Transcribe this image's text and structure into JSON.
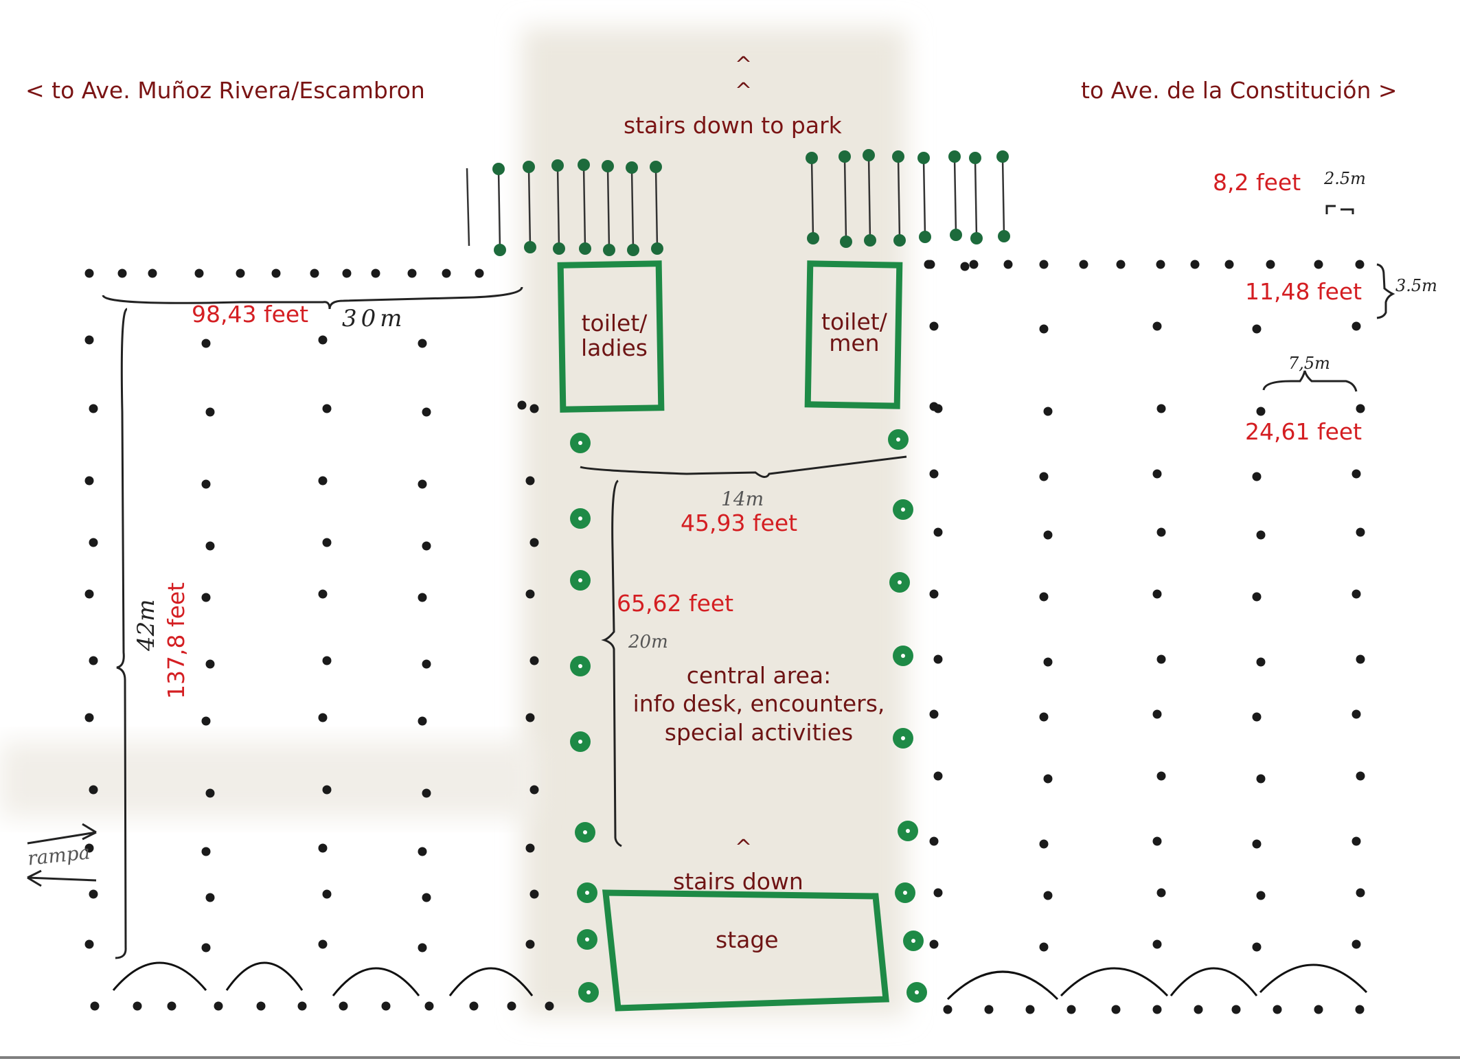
{
  "directions": {
    "left": "< to Ave. Muñoz Rivera/Escambron",
    "right": "to Ave. de la Constitución >",
    "up_caret_1": "^",
    "up_caret_2": "^",
    "stairs_park": "stairs down to park"
  },
  "zones": {
    "toilet_ladies": "toilet/\nladies",
    "toilet_men": "toilet/\nmen",
    "central": "central area:\ninfo desk, encounters,\nspecial activities",
    "stairs_down_caret": "^",
    "stairs_down": "stairs down",
    "stage": "stage"
  },
  "measurements": {
    "width_left": {
      "feet": "98,43 feet",
      "metric": "30m"
    },
    "height_left": {
      "feet": "137,8 feet",
      "metric": "42m"
    },
    "central_width": {
      "feet": "45,93 feet",
      "metric": "14m"
    },
    "central_depth": {
      "feet": "65,62 feet",
      "metric": "20m"
    },
    "stall_gap": {
      "feet": "8,2 feet",
      "metric": "2.5m"
    },
    "row_gap": {
      "feet": "11,48 feet",
      "metric": "3.5m"
    },
    "column_gap": {
      "feet": "24,61 feet",
      "metric": "7,5m"
    },
    "ramp": "rampa"
  },
  "colors": {
    "label_dark_red": "#7a1414",
    "measurement_red": "#d41e22",
    "green_structure": "#1e8a46",
    "tree_green": "#1d6b3c",
    "post_black": "#1a1a1a",
    "shade_beige": "#ece8df"
  }
}
